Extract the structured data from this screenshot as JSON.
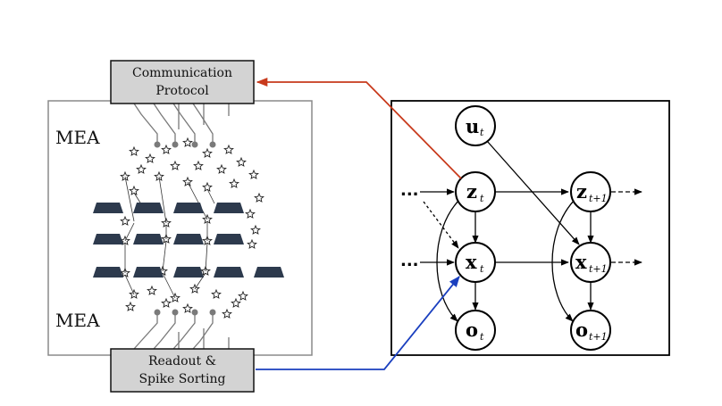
{
  "left": {
    "comm_box": {
      "line1": "Communication",
      "line2": "Protocol"
    },
    "readout_box": {
      "line1": "Readout &",
      "line2": "Spike Sorting"
    },
    "mea_top": "MEA",
    "mea_bottom": "MEA"
  },
  "graph": {
    "nodes": [
      {
        "id": "u_t",
        "main": "u",
        "sub": "t"
      },
      {
        "id": "z_t",
        "main": "z",
        "sub": "t"
      },
      {
        "id": "x_t",
        "main": "x",
        "sub": "t"
      },
      {
        "id": "o_t",
        "main": "o",
        "sub": "t"
      },
      {
        "id": "z_t1",
        "main": "z",
        "sub": "t+1"
      },
      {
        "id": "x_t1",
        "main": "x",
        "sub": "t+1"
      },
      {
        "id": "o_t1",
        "main": "o",
        "sub": "t+1"
      }
    ],
    "ellipsis": "..."
  },
  "colors": {
    "to_protocol": "#c83a1c",
    "from_readout": "#1a3fbf",
    "electrode_bar": "#2d3a4d",
    "box_fill": "#d3d3d3"
  }
}
